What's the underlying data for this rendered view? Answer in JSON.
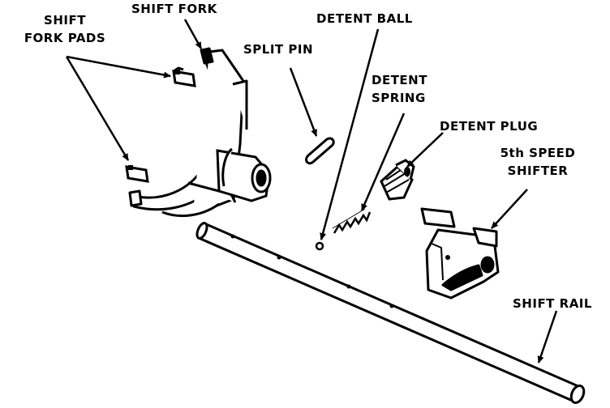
{
  "labels": {
    "shift_fork_pads_1": "SHIFT",
    "shift_fork_pads_2": "FORK PADS",
    "shift_fork": "SHIFT FORK",
    "split_pin": "SPLIT PIN",
    "detent_ball": "DETENT BALL",
    "detent_spring_1": "DETENT",
    "detent_spring_2": "SPRING",
    "detent_plug": "DETENT PLUG",
    "fifth_speed_shifter_1": "5th SPEED",
    "fifth_speed_shifter_2": "SHIFTER",
    "shift_rail": "SHIFT RAIL"
  },
  "colors": {
    "ink": "#000000",
    "paper": "#ffffff"
  }
}
